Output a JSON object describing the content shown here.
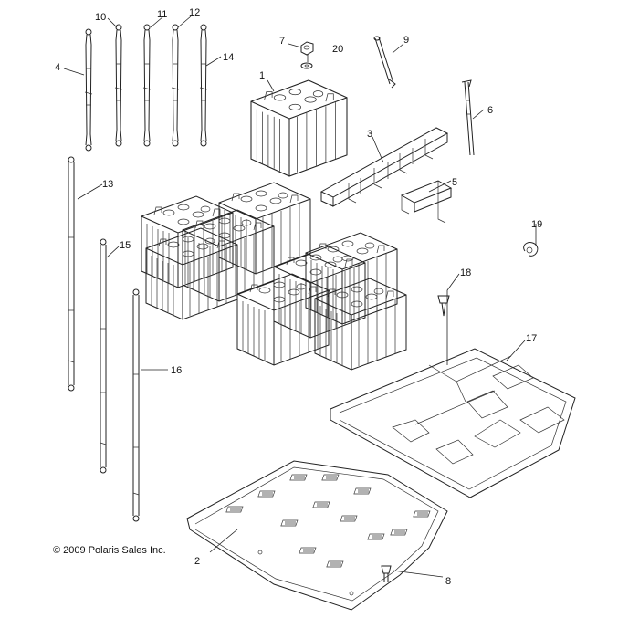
{
  "diagram": {
    "copyright": "© 2009 Polaris Sales Inc.",
    "callouts": {
      "c1": "1",
      "c2": "2",
      "c3": "3",
      "c4": "4",
      "c5": "5",
      "c6": "6",
      "c7": "7",
      "c8": "8",
      "c9": "9",
      "c10": "10",
      "c11": "11",
      "c12": "12",
      "c13": "13",
      "c14": "14",
      "c15": "15",
      "c16": "16",
      "c17": "17",
      "c18": "18",
      "c19": "19",
      "c20": "20"
    }
  }
}
